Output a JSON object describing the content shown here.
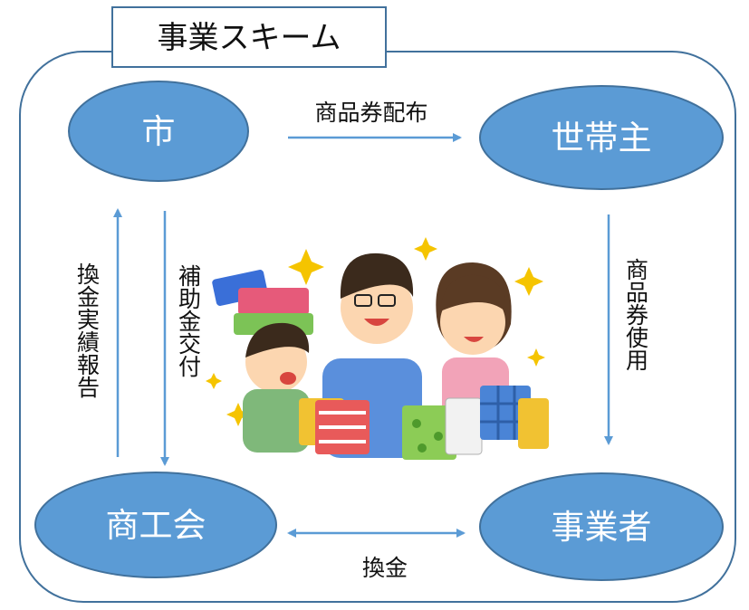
{
  "title": "事業スキーム",
  "nodes": {
    "city": "市",
    "household": "世帯主",
    "chamber": "商工会",
    "business": "事業者"
  },
  "edges": {
    "voucher_distribution": "商品券配布",
    "voucher_use": "商品券使用",
    "subsidy": "補助金交付",
    "exchange_report": "換金実績報告",
    "exchange": "換金"
  },
  "colors": {
    "node_fill": "#5b9bd5",
    "node_stroke": "#41719c",
    "frame": "#41719c",
    "arrow": "#5b9bd5"
  },
  "illustration": "family-shopping-illustration"
}
